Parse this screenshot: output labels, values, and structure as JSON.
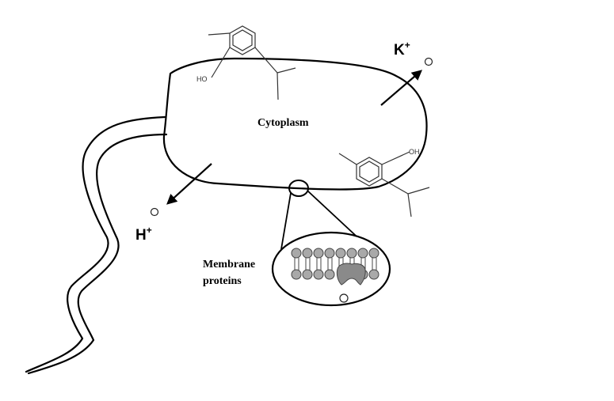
{
  "labels": {
    "cytoplasm": "Cytoplasm",
    "membrane_proteins_line1": "Membrane",
    "membrane_proteins_line2": "proteins",
    "potassium_symbol": "K",
    "potassium_charge": "+",
    "hydrogen_symbol": "H",
    "hydrogen_charge": "+",
    "hydroxyl_top": "HO",
    "hydroxyl_bottom": "OH"
  },
  "icons": [
    "bacterium-cell",
    "flagellum",
    "thymol-molecule",
    "membrane-bilayer",
    "ion-channel-protein",
    "ion-circle",
    "arrow"
  ]
}
